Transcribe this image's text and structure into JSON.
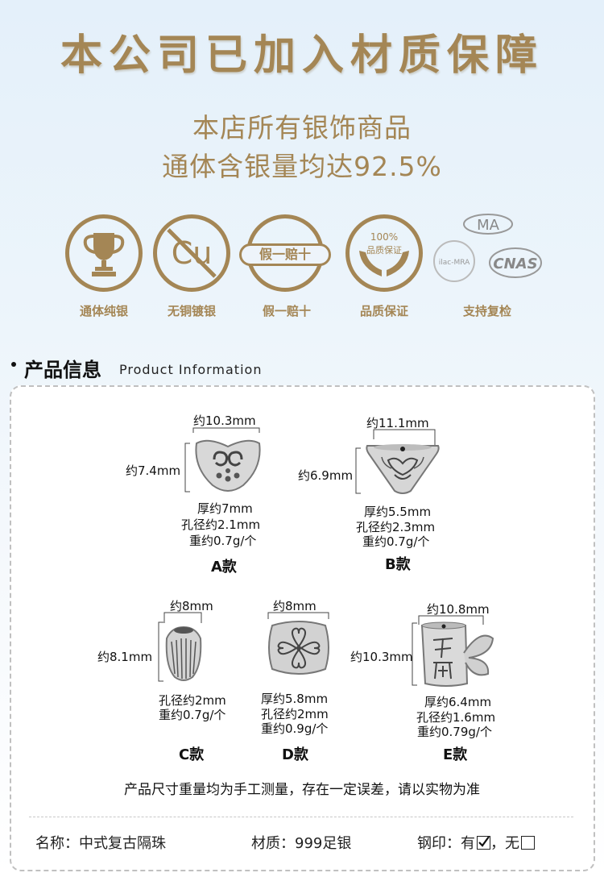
{
  "header": {
    "title": "本公司已加入材质保障",
    "line1": "本店所有银饰商品",
    "line2": "通体含银量均达92.5%"
  },
  "badges": [
    {
      "label": "通体纯银",
      "icon": "trophy-icon"
    },
    {
      "label": "无铜镀银",
      "icon": "no-copper-icon",
      "symbol": "Cu"
    },
    {
      "label": "假一赔十",
      "icon": "fake-compensate-icon",
      "pill": "假一赔十"
    },
    {
      "label": "品质保证",
      "icon": "quality-hands-icon",
      "inner_top": "100%",
      "inner_bottom": "品质保证"
    },
    {
      "label": "支持复检",
      "icon": "certification-icon",
      "marks": [
        "MA",
        "ilac-MRA",
        "CNAS"
      ]
    }
  ],
  "section": {
    "title_cn": "产品信息",
    "title_en": "Product Information"
  },
  "products": {
    "a": {
      "name": "A款",
      "width": "约10.3mm",
      "height": "约7.4mm",
      "specs": [
        "厚约7mm",
        "孔径约2.1mm",
        "重约0.7g/个"
      ]
    },
    "b": {
      "name": "B款",
      "width": "约11.1mm",
      "height": "约6.9mm",
      "specs": [
        "厚约5.5mm",
        "孔径约2.3mm",
        "重约0.7g/个"
      ]
    },
    "c": {
      "name": "C款",
      "width": "约8mm",
      "height": "约8.1mm",
      "specs": [
        "孔径约2mm",
        "重约0.7g/个"
      ]
    },
    "d": {
      "name": "D款",
      "width": "约8mm",
      "specs": [
        "厚约5.8mm",
        "孔径约2mm",
        "重约0.9g/个"
      ]
    },
    "e": {
      "name": "E款",
      "width": "约10.8mm",
      "height": "约10.3mm",
      "specs": [
        "厚约6.4mm",
        "孔径约1.6mm",
        "重约0.79g/个"
      ]
    }
  },
  "note": "产品尺寸重量均为手工测量，存在一定误差，请以实物为准",
  "footer": {
    "name": "名称：中式复古隔珠",
    "material": "材质：999足银",
    "stamp_label": "钢印：",
    "stamp_yes": "有",
    "stamp_no": "，无",
    "stamp_yes_checked": true,
    "stamp_no_checked": false
  },
  "colors": {
    "gold": "#a48655",
    "background_top": "#e4f0fa",
    "text": "#111111"
  }
}
